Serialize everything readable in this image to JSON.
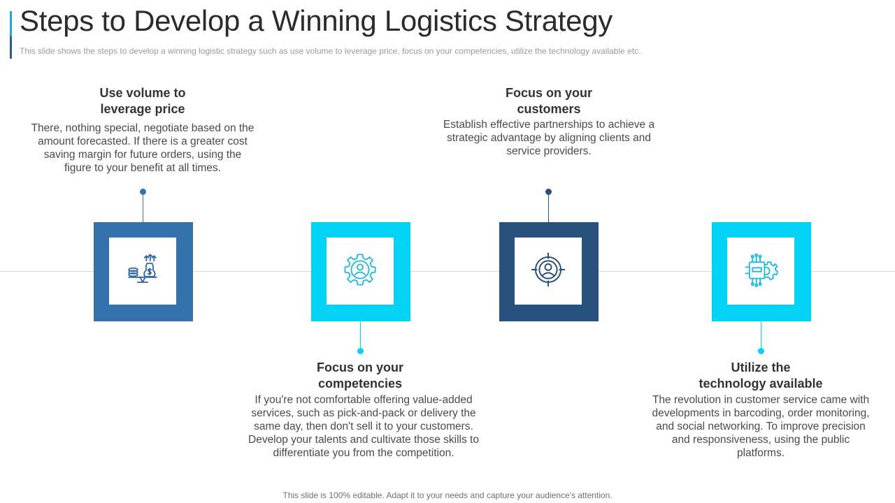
{
  "title": "Steps to Develop a Winning Logistics Strategy",
  "subtitle": "This slide shows the steps to develop  a winning  logistic strategy such as use volume  to leverage  price, focus on your competencies, utilize the technology  available  etc.",
  "colors": {
    "step1": "#3470ab",
    "step2": "#04d2f5",
    "step3": "#27507d",
    "step4": "#04d2f5",
    "timeline": "#d4d9de"
  },
  "steps": [
    {
      "heading_line1": "Use volume to",
      "heading_line2": "leverage price",
      "description": "There, nothing special, negotiate based on the amount forecasted. If there is a greater cost saving margin for future orders, using the figure to your benefit at all times.",
      "icon": "money-bag-scale-icon"
    },
    {
      "heading_line1": "Focus on your",
      "heading_line2": "competencies",
      "description": "If you're not comfortable offering value-added services, such as pick-and-pack or delivery the same day, then don't sell it to your customers. Develop your talents and cultivate those skills to differentiate you from the competition.",
      "icon": "gear-person-icon"
    },
    {
      "heading_line1": "Focus on your",
      "heading_line2": "customers",
      "description": "Establish effective partnerships to achieve a strategic advantage by aligning clients and service providers.",
      "icon": "target-person-icon"
    },
    {
      "heading_line1": "Utilize the",
      "heading_line2": "technology available",
      "description": "The revolution in customer service came with developments in barcoding, order monitoring, and social networking. To improve precision and responsiveness, using the public platforms.",
      "icon": "chip-gear-icon"
    }
  ],
  "footer": "This slide is 100% editable. Adapt it to your needs and capture your audience's attention."
}
